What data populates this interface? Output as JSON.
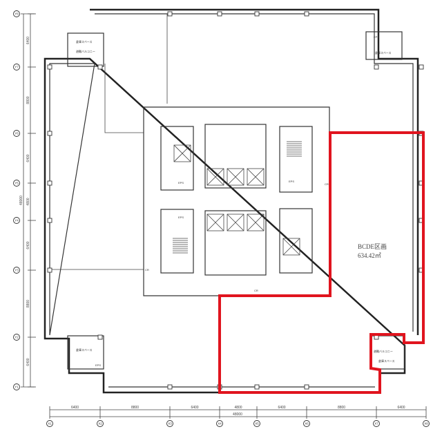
{
  "grid": {
    "x_labels": [
      "X1",
      "X2",
      "X3",
      "X4",
      "X5",
      "X6",
      "X7",
      "X8"
    ],
    "y_labels": [
      "Y1",
      "Y2",
      "Y3",
      "Y4",
      "Y5",
      "Y6",
      "Y7",
      "Y8"
    ],
    "x_spans": [
      "6400",
      "8800",
      "6400",
      "4800",
      "6400",
      "8800",
      "6400"
    ],
    "y_spans": [
      "6400",
      "8800",
      "6400",
      "4800",
      "6400",
      "8800",
      "6400"
    ],
    "x_total": "48000",
    "y_total": "48000"
  },
  "highlight": {
    "name": "BCDE区画",
    "area": "634.42㎡",
    "color": "#e0141e"
  },
  "rooms": {
    "storage": "倉庫スペース",
    "balcony": "避難バルコニー",
    "eps": "EPS",
    "cr": "CR"
  }
}
